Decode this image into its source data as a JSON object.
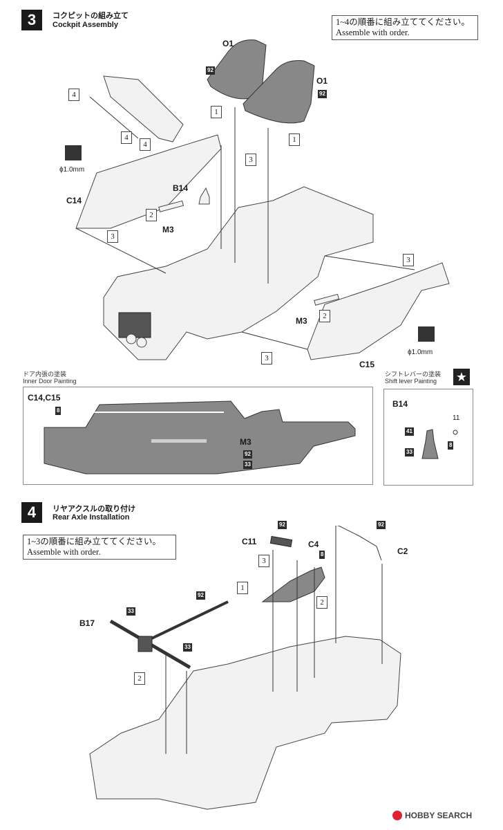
{
  "step3": {
    "number": "3",
    "title_jp": "コクピットの組み立て",
    "title_en": "Cockpit Assembly",
    "note_jp": "1~4の順番に組み立ててください。",
    "note_en": "Assemble with order.",
    "labels": {
      "o1_a": "O1",
      "o1_b": "O1",
      "b14": "B14",
      "c14": "C14",
      "m3_a": "M3",
      "m3_b": "M3",
      "c15": "C15",
      "drill_a": "ϕ1.0mm",
      "drill_b": "ϕ1.0mm",
      "n92_a": "92",
      "n92_b": "92",
      "s1_a": "1",
      "s1_b": "1",
      "s2_a": "2",
      "s2_b": "2",
      "s3_a": "3",
      "s3_b": "3",
      "s3_c": "3",
      "s3_d": "3",
      "s4_a": "4",
      "s4_b": "4",
      "s4_c": "4"
    }
  },
  "door_paint": {
    "title_jp": "ドア内張の塗装",
    "title_en": "Inner Door Painting",
    "parts": "C14,C15",
    "c8": "8",
    "m3": "M3",
    "c92": "92",
    "c33": "33"
  },
  "shift_paint": {
    "title_jp": "シフトレバーの塗装",
    "title_en": "Shift lever Painting",
    "part": "B14",
    "c11": "11",
    "c41": "41",
    "c8": "8",
    "c33": "33"
  },
  "step4": {
    "number": "4",
    "title_jp": "リヤアクスルの取り付け",
    "title_en": "Rear Axle Installation",
    "note_jp": "1~3の順番に組み立ててください。",
    "note_en": "Assemble with order.",
    "labels": {
      "c11": "C11",
      "c4": "C4",
      "c2": "C2",
      "b17": "B17",
      "n92_a": "92",
      "n92_b": "92",
      "n92_c": "92",
      "n8": "8",
      "n33_a": "33",
      "n33_b": "33",
      "s1": "1",
      "s2_a": "2",
      "s2_b": "2",
      "s3": "3"
    }
  },
  "watermark": "HOBBY SEARCH"
}
